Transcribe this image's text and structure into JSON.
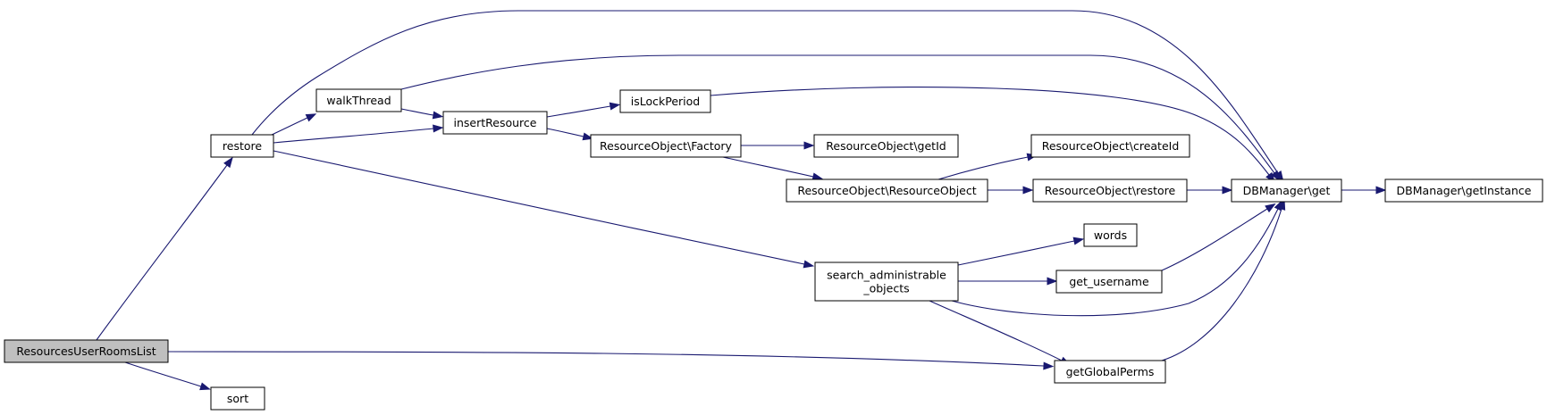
{
  "diagram": {
    "type": "call-graph",
    "nodes": [
      {
        "id": "root",
        "label": "ResourcesUserRoomsList",
        "root": true
      },
      {
        "id": "restore",
        "label": "restore"
      },
      {
        "id": "sort",
        "label": "sort"
      },
      {
        "id": "walkThread",
        "label": "walkThread"
      },
      {
        "id": "insertResource",
        "label": "insertResource"
      },
      {
        "id": "isLockPeriod",
        "label": "isLockPeriod"
      },
      {
        "id": "factory",
        "label": "ResourceObject\\Factory"
      },
      {
        "id": "getId",
        "label": "ResourceObject\\getId"
      },
      {
        "id": "resobj",
        "label": "ResourceObject\\ResourceObject"
      },
      {
        "id": "createId",
        "label": "ResourceObject\\createId"
      },
      {
        "id": "rorestore",
        "label": "ResourceObject\\restore"
      },
      {
        "id": "dbget",
        "label": "DBManager\\get"
      },
      {
        "id": "dbinst",
        "label": "DBManager\\getInstance"
      },
      {
        "id": "sao",
        "label": "search_administrable\n_objects"
      },
      {
        "id": "words",
        "label": "words"
      },
      {
        "id": "getusername",
        "label": "get_username"
      },
      {
        "id": "getglobalperms",
        "label": "getGlobalPerms"
      }
    ],
    "edges": [
      {
        "from": "root",
        "to": "restore"
      },
      {
        "from": "root",
        "to": "getglobalperms"
      },
      {
        "from": "root",
        "to": "sort"
      },
      {
        "from": "restore",
        "to": "walkThread"
      },
      {
        "from": "restore",
        "to": "insertResource"
      },
      {
        "from": "restore",
        "to": "dbget"
      },
      {
        "from": "restore",
        "to": "sao"
      },
      {
        "from": "walkThread",
        "to": "insertResource"
      },
      {
        "from": "walkThread",
        "to": "dbget"
      },
      {
        "from": "insertResource",
        "to": "isLockPeriod"
      },
      {
        "from": "insertResource",
        "to": "factory"
      },
      {
        "from": "isLockPeriod",
        "to": "dbget"
      },
      {
        "from": "factory",
        "to": "getId"
      },
      {
        "from": "factory",
        "to": "resobj"
      },
      {
        "from": "resobj",
        "to": "createId"
      },
      {
        "from": "resobj",
        "to": "rorestore"
      },
      {
        "from": "rorestore",
        "to": "dbget"
      },
      {
        "from": "dbget",
        "to": "dbinst"
      },
      {
        "from": "sao",
        "to": "words"
      },
      {
        "from": "sao",
        "to": "getusername"
      },
      {
        "from": "sao",
        "to": "dbget"
      },
      {
        "from": "sao",
        "to": "getglobalperms"
      },
      {
        "from": "getusername",
        "to": "dbget"
      },
      {
        "from": "getglobalperms",
        "to": "dbget"
      }
    ]
  }
}
